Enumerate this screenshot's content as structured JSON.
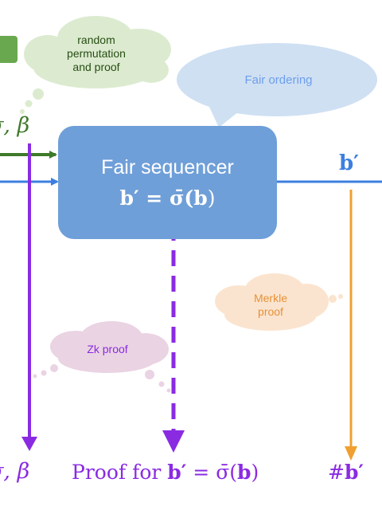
{
  "colors": {
    "sequencer_box": "#6f9fd8",
    "blue_flow": "#3d7fe0",
    "green_flow": "#3f7a2a",
    "purple": "#8a2be2",
    "orange": "#f0a030",
    "cloud_green": "#dcebd0",
    "cloud_blue": "#cfe0f3",
    "cloud_orange": "#fbe4cf",
    "cloud_pink": "#ead3e3",
    "green_box": "#6aa84f",
    "orange_text": "#e69138",
    "blue_text": "#6d9eeb",
    "green_text": "#274e13"
  },
  "clouds": {
    "random_permutation": [
      "random",
      "permutation",
      "and proof"
    ],
    "fair_ordering": "Fair ordering",
    "merkle": [
      "Merkle",
      "proof"
    ],
    "zk": "Zk proof"
  },
  "sequencer": {
    "title": "Fair sequencer",
    "formula_left": "b′ = σ̄(",
    "formula_b": "b",
    "formula_right": ")"
  },
  "labels": {
    "top_left_sigma": "σ, β",
    "top_right_bprime": "b′",
    "bottom_left_sigma": "σ, β",
    "proof_prefix": "Proof for ",
    "proof_formula_b1": "b′",
    "proof_formula_mid": " = σ̄(",
    "proof_formula_b2": "b",
    "proof_formula_end": ")",
    "hash_prefix": "#",
    "hash_b": "b′"
  }
}
